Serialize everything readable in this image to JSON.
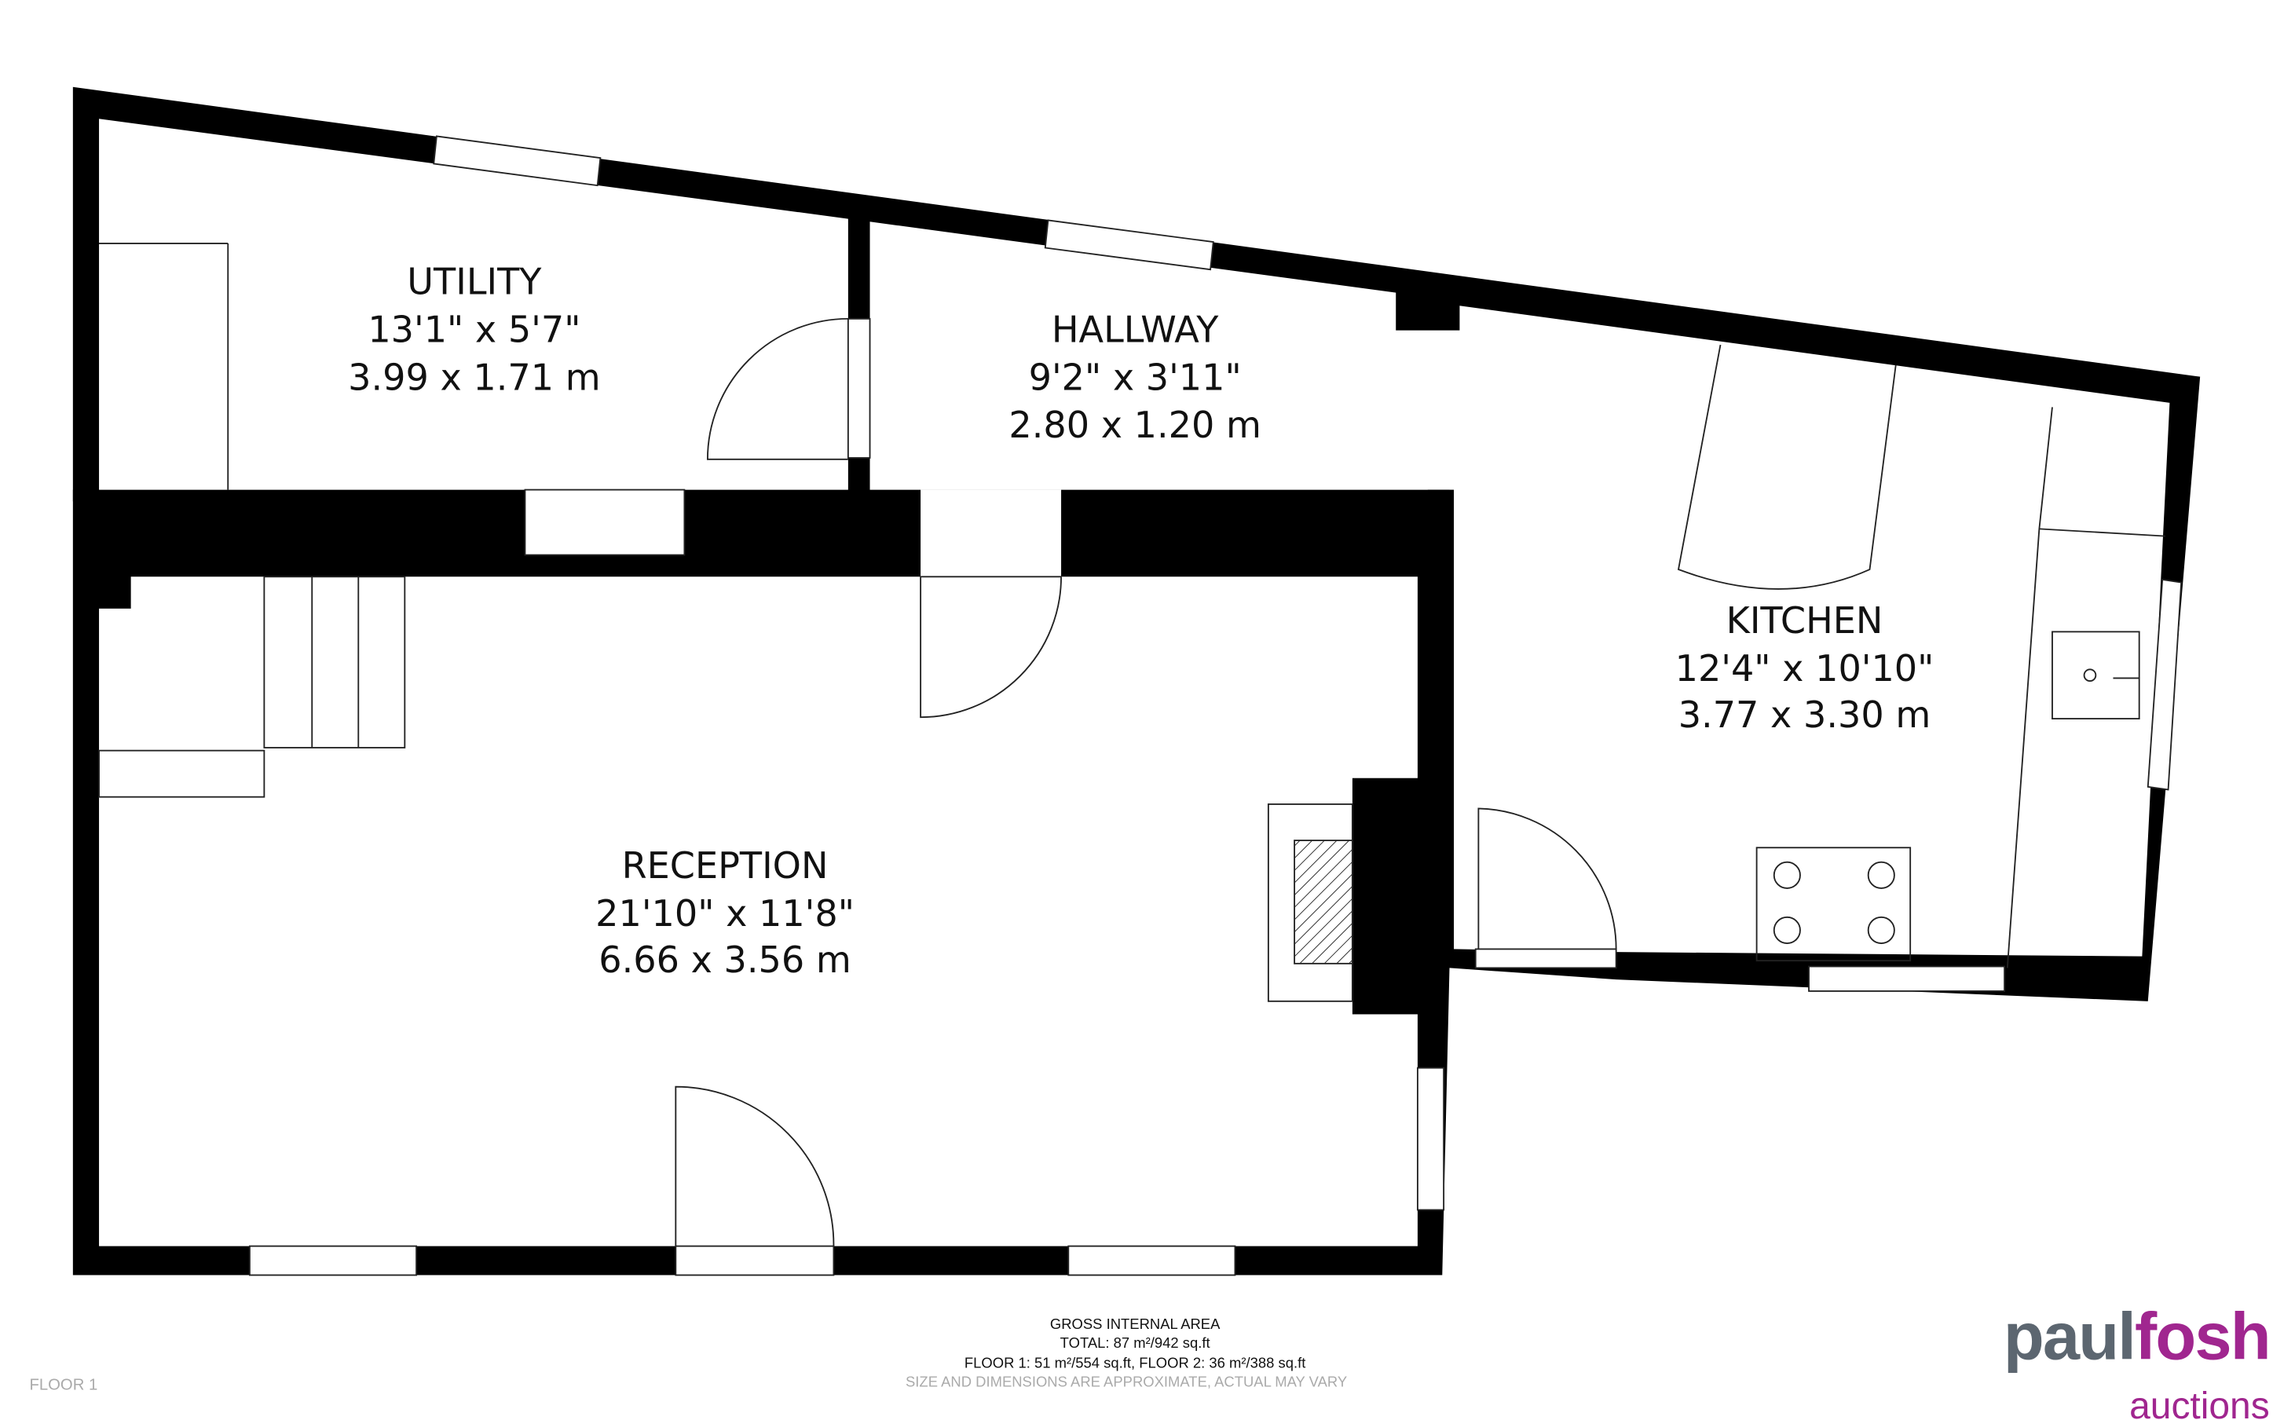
{
  "rooms": [
    {
      "name": "UTILITY",
      "imperial": "13'1\" x 5'7\"",
      "metric": "3.99 x 1.71 m"
    },
    {
      "name": "HALLWAY",
      "imperial": "9'2\" x 3'11\"",
      "metric": "2.80 x 1.20 m"
    },
    {
      "name": "KITCHEN",
      "imperial": "12'4\" x 10'10\"",
      "metric": "3.77 x 3.30 m"
    },
    {
      "name": "RECEPTION",
      "imperial": "21'10\" x 11'8\"",
      "metric": "6.66 x 3.56 m"
    }
  ],
  "footer": {
    "floor_label": "FLOOR 1",
    "area_title": "GROSS INTERNAL AREA",
    "total": "TOTAL: 87 m²/942 sq.ft",
    "floors": "FLOOR 1: 51 m²/554 sq.ft, FLOOR 2: 36 m²/388 sq.ft",
    "disclaimer": "SIZE AND DIMENSIONS ARE APPROXIMATE, ACTUAL MAY VARY"
  },
  "logo": {
    "part1": "paul",
    "part2": "fosh",
    "sub": "auctions",
    "color1": "#5c6670",
    "color2": "#a0268f"
  }
}
